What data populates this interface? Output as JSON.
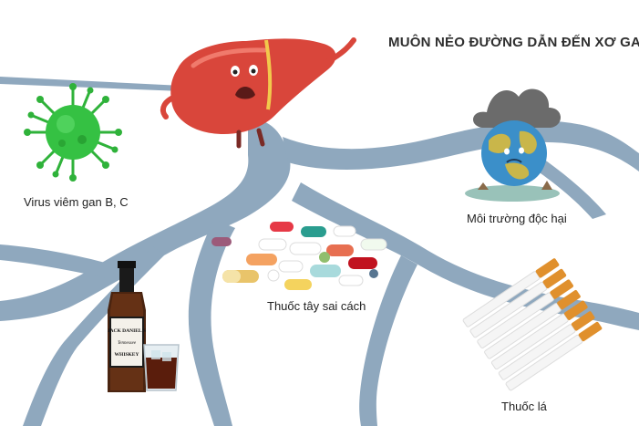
{
  "title": "MUÔN NẺO ĐƯỜNG DẪN ĐẾN XƠ GAN",
  "causes": [
    {
      "label": "Virus viêm gan B, C"
    },
    {
      "label": "Môi trường độc hại"
    },
    {
      "label": "Thuốc tây sai cách"
    },
    {
      "label": "Thuốc lá"
    }
  ],
  "bottle_text": {
    "brand": "JACK DANIEL'S",
    "style": "Tennessee",
    "kind": "WHISKEY"
  },
  "colors": {
    "river": "#8fa8be",
    "river_dark": "#6f8ba5",
    "virus": "#2fb23a",
    "liver": "#d9463b",
    "earth_ocean": "#3b8fc9",
    "earth_land": "#c9b64a"
  }
}
